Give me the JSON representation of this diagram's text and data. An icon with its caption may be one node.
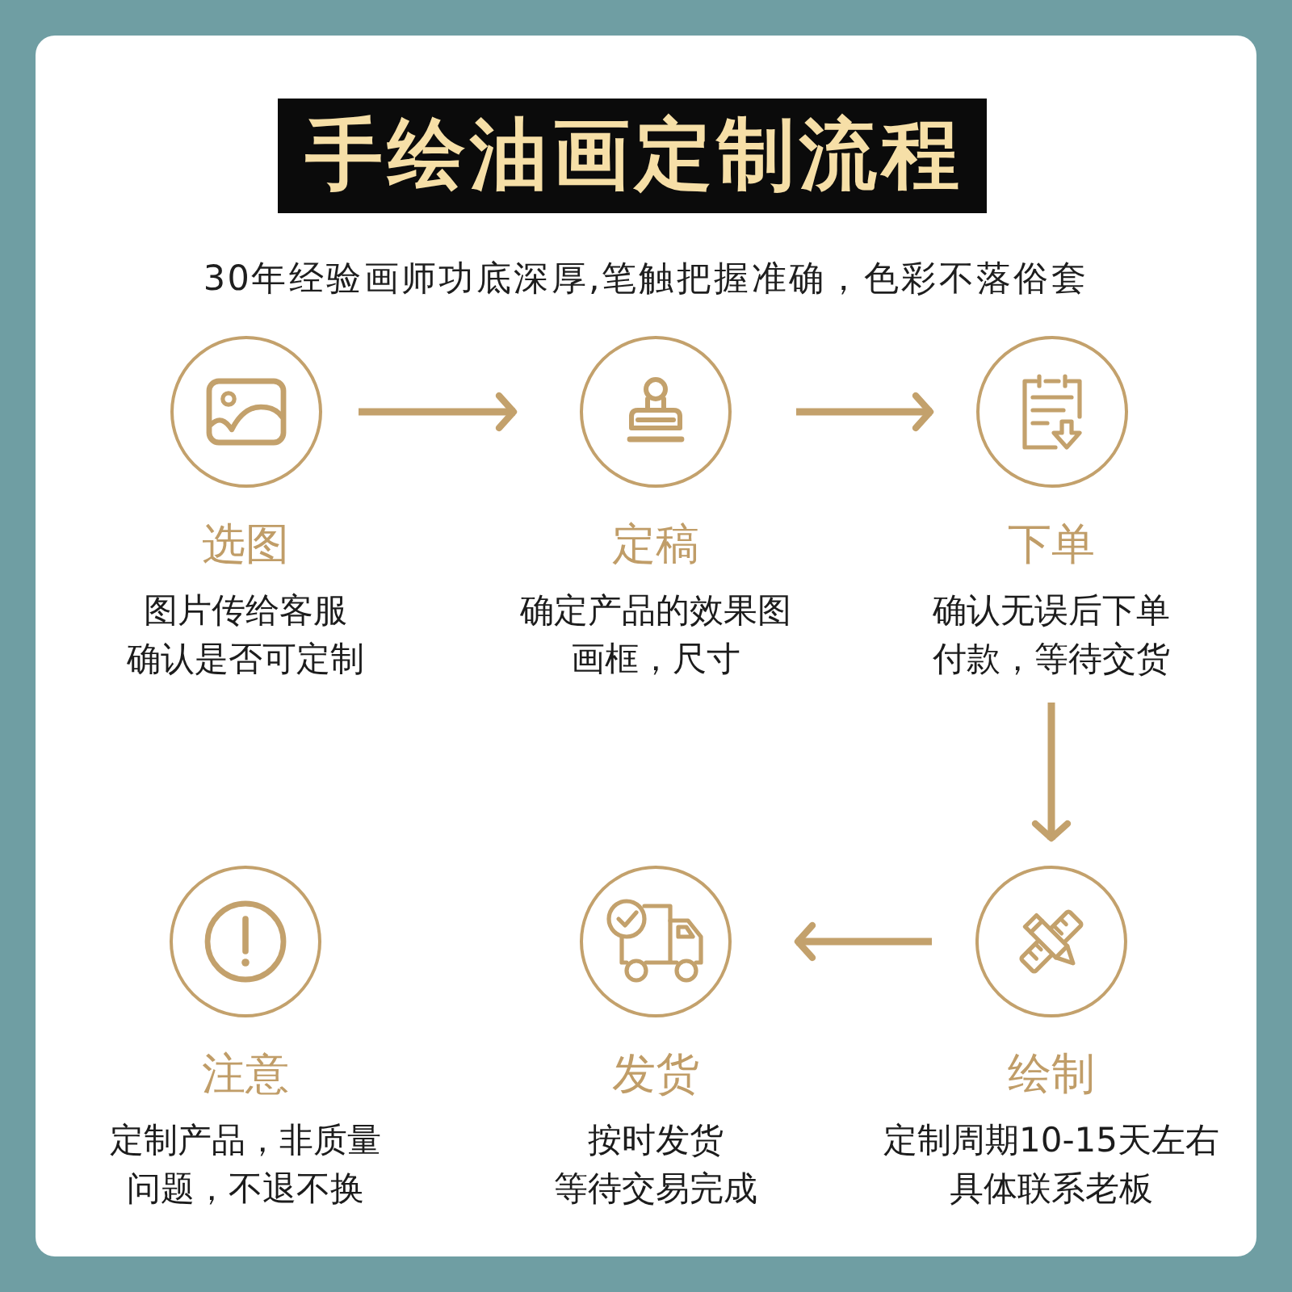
{
  "diagram": {
    "title": "手绘油画定制流程",
    "nodes": [
      {
        "text": [
          "选图",
          "图片传给客服确认是否可定制"
        ]
      },
      {
        "text": [
          "定稿",
          "确定产品的效果图画框，尺寸"
        ]
      },
      {
        "text": [
          "下单",
          "确认无误后下单付款，等待交货"
        ]
      },
      {
        "text": [
          "注意",
          "定制产品，非质量问题，不退不换"
        ]
      },
      {
        "text": [
          "发货",
          "按时发货等待交易完成"
        ]
      },
      {
        "text": [
          "绘制",
          "定制周期10-15天左右具体联系老板"
        ]
      }
    ],
    "edges": [
      {
        "from": 0,
        "to": 1,
        "arrow": "to"
      },
      {
        "from": 1,
        "to": 2,
        "arrow": "to"
      },
      {
        "from": 2,
        "to": 5,
        "arrow": "to"
      },
      {
        "from": 5,
        "to": 4,
        "arrow": "to"
      }
    ],
    "labels": [
      "30年经验画师功底深厚,笔触把握准确，色彩不落俗套"
    ]
  }
}
